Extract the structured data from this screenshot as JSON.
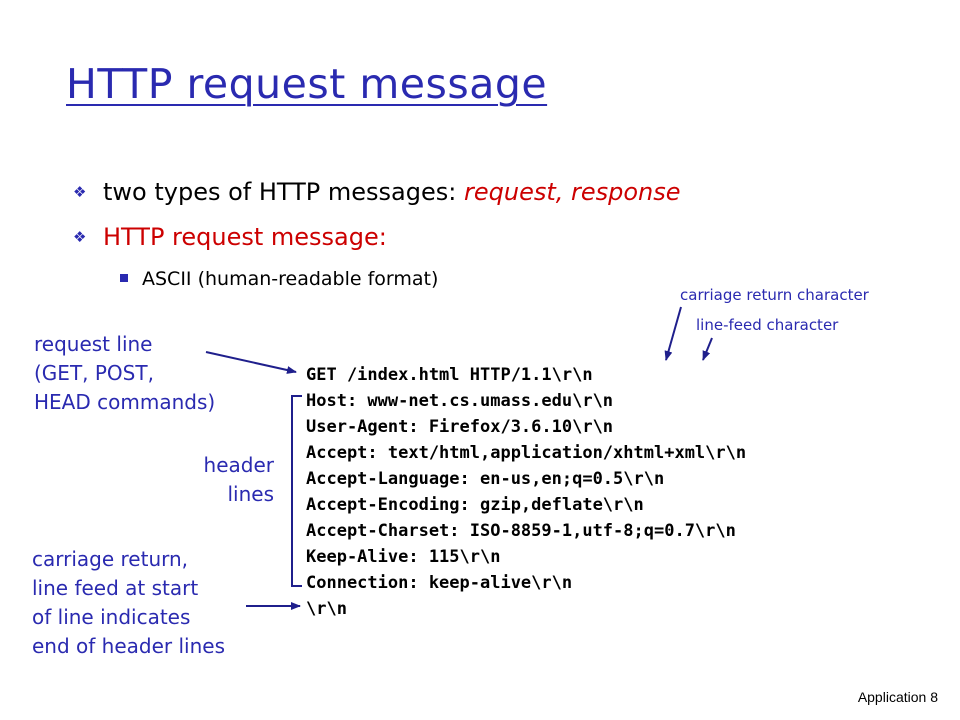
{
  "slide": {
    "title": "HTTP request message",
    "bullets": [
      {
        "prefix": "two types of HTTP messages: ",
        "emphasis": "request, response"
      },
      {
        "text": "HTTP request message:"
      }
    ],
    "sub_bullet": "ASCII (human-readable format)"
  },
  "labels": {
    "request_line": [
      "request line",
      "(GET, POST,",
      "HEAD commands)"
    ],
    "header_lines": [
      "header",
      "lines"
    ],
    "end_of_headers": [
      "carriage return,",
      "line feed at start",
      "of line indicates",
      "end of header lines"
    ],
    "carriage_return_char": "carriage return character",
    "line_feed_char": "line-feed character"
  },
  "http_request_lines": [
    "GET /index.html HTTP/1.1\\r\\n",
    "Host: www-net.cs.umass.edu\\r\\n",
    "User-Agent: Firefox/3.6.10\\r\\n",
    "Accept: text/html,application/xhtml+xml\\r\\n",
    "Accept-Language: en-us,en;q=0.5\\r\\n",
    "Accept-Encoding: gzip,deflate\\r\\n",
    "Accept-Charset: ISO-8859-1,utf-8;q=0.7\\r\\n",
    "Keep-Alive: 115\\r\\n",
    "Connection: keep-alive\\r\\n",
    "\\r\\n"
  ],
  "footer": {
    "section": "Application",
    "page": "8"
  },
  "colors": {
    "title": "#2a2ab0",
    "emphasis": "#cc0000",
    "annotation": "#2a2ab0"
  },
  "icons": {
    "bullet": "diamond-bullet-icon",
    "sub_bullet": "square-bullet-icon"
  }
}
